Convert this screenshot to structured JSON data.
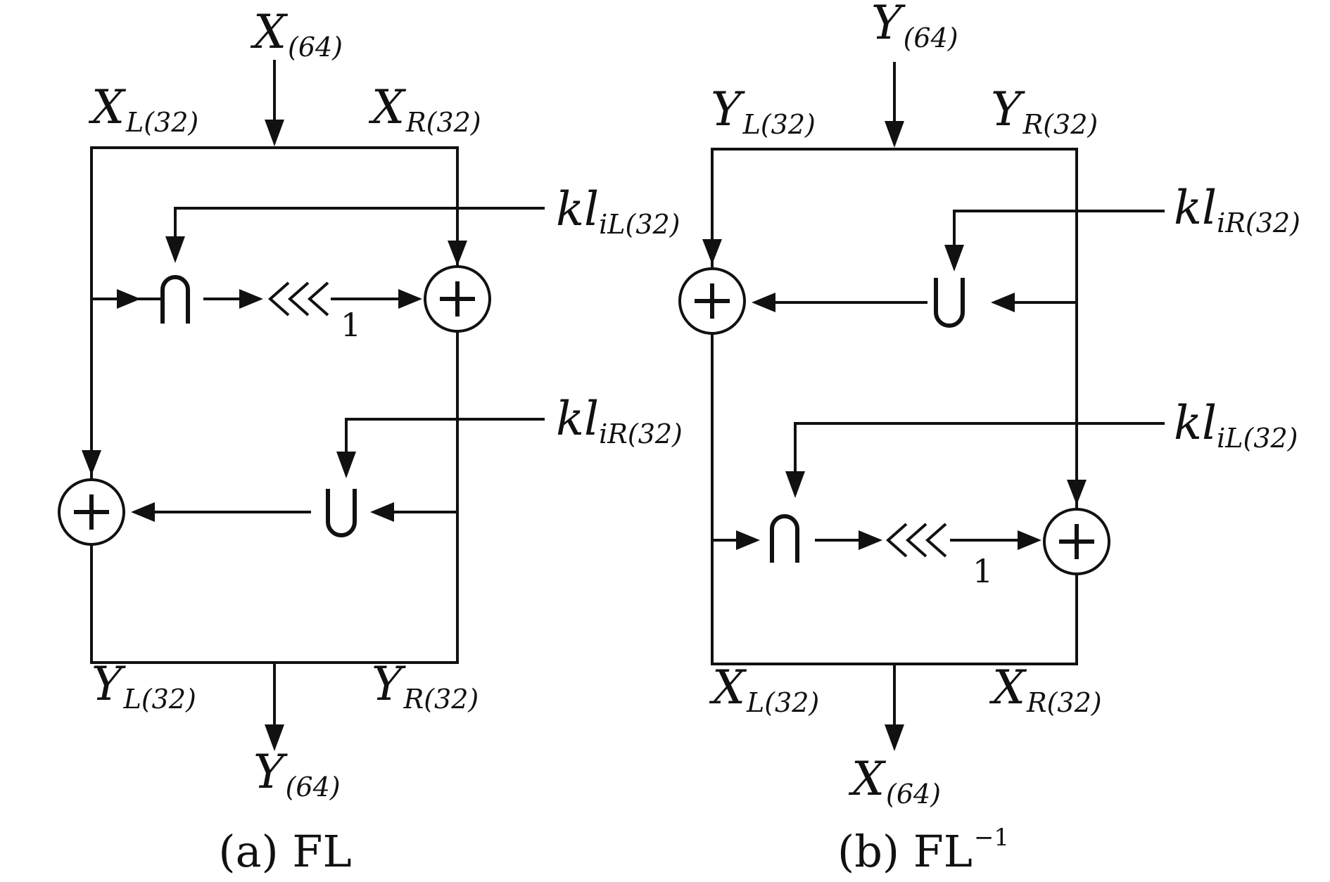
{
  "panel_a": {
    "input": {
      "base": "X",
      "sub": "(64)"
    },
    "top_left": {
      "base": "X",
      "sub": "L(32)"
    },
    "top_right": {
      "base": "X",
      "sub": "R(32)"
    },
    "key_upper": {
      "base": "kl",
      "sub": "iL(32)"
    },
    "key_lower": {
      "base": "kl",
      "sub": "iR(32)"
    },
    "rotate_symbol": "<<<",
    "rotate_amount": "1",
    "bottom_left": {
      "base": "Y",
      "sub": "L(32)"
    },
    "bottom_right": {
      "base": "Y",
      "sub": "R(32)"
    },
    "output": {
      "base": "Y",
      "sub": "(64)"
    },
    "caption": "(a) FL"
  },
  "panel_b": {
    "input": {
      "base": "Y",
      "sub": "(64)"
    },
    "top_left": {
      "base": "Y",
      "sub": "L(32)"
    },
    "top_right": {
      "base": "Y",
      "sub": "R(32)"
    },
    "key_upper": {
      "base": "kl",
      "sub": "iR(32)"
    },
    "key_lower": {
      "base": "kl",
      "sub": "iL(32)"
    },
    "rotate_symbol": "<<<",
    "rotate_amount": "1",
    "bottom_left": {
      "base": "X",
      "sub": "L(32)"
    },
    "bottom_right": {
      "base": "X",
      "sub": "R(32)"
    },
    "output": {
      "base": "X",
      "sub": "(64)"
    },
    "caption": "(b) FL",
    "caption_sup": "−1"
  },
  "colors": {
    "ink": "#111111",
    "background": "#ffffff"
  },
  "icon_names": [
    "xor-icon",
    "and-icon",
    "or-icon",
    "rotate-left-icon",
    "arrow-icon"
  ]
}
